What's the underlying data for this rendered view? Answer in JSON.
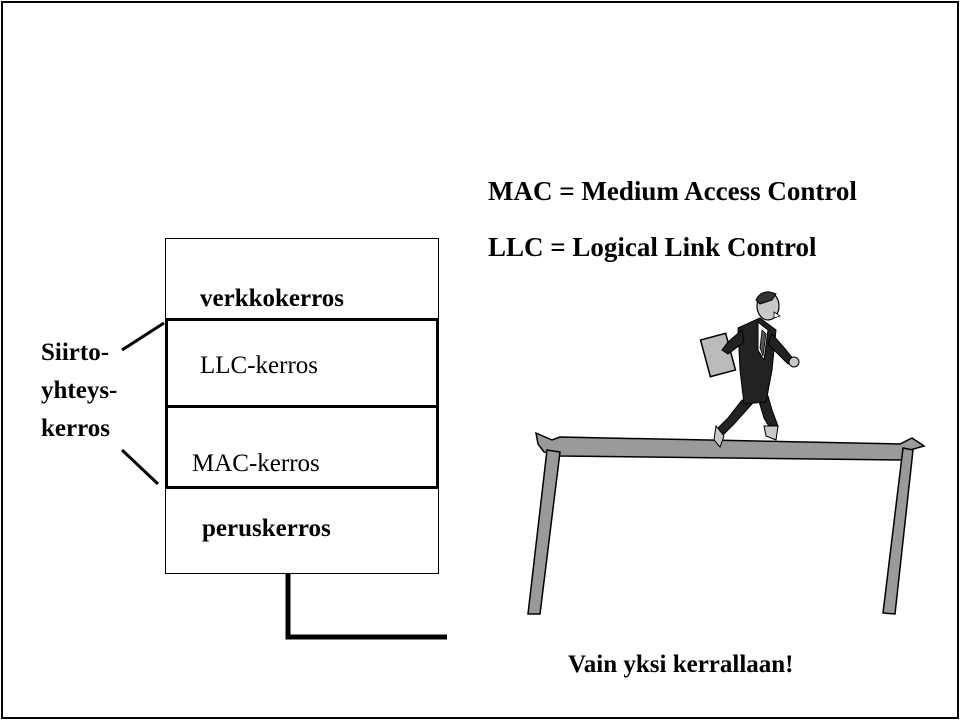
{
  "definitions": {
    "mac": "MAC = Medium Access Control",
    "llc": "LLC = Logical Link Control"
  },
  "stack": {
    "network_layer": "verkkokerros",
    "llc_layer": "LLC-kerros",
    "mac_layer": "MAC-kerros",
    "physical_layer": "peruskerros"
  },
  "side_label": {
    "line1": "Siirto-",
    "line2": "yhteys-",
    "line3": "kerros"
  },
  "caption": "Vain yksi kerrallaan!",
  "illustration": {
    "icon": "businessman-on-tightrope-icon",
    "colors": {
      "plank": "#9a9a9a",
      "suit": "#222222",
      "skin": "#c8c8c8"
    }
  }
}
